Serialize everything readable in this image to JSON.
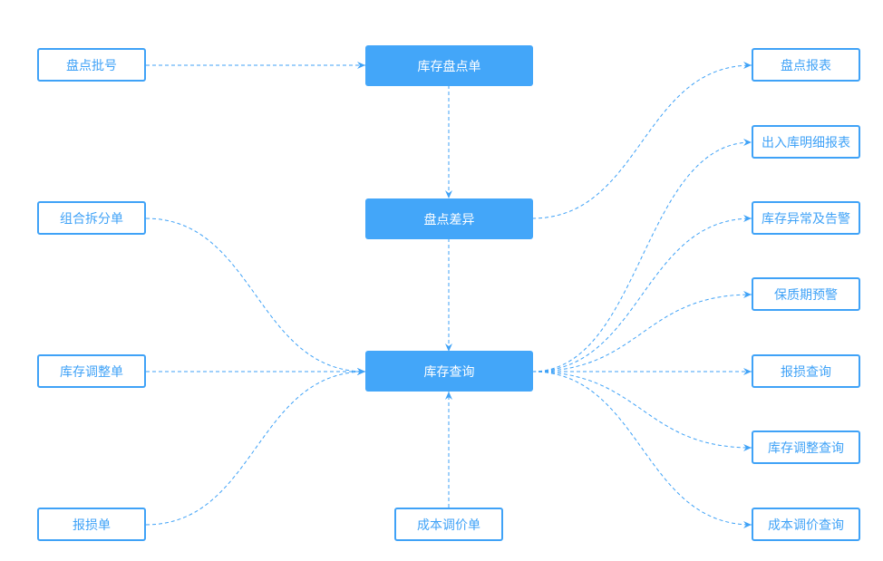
{
  "nodes": {
    "pdph": "盘点批号",
    "kcpdd": "库存盘点单",
    "pdby": "盘点报表",
    "crkmx": "出入库明细报表",
    "zhcfd": "组合拆分单",
    "pdcy": "盘点差异",
    "kcyc": "库存异常及告警",
    "bzqyj": "保质期预警",
    "kctzd": "库存调整单",
    "kccx": "库存查询",
    "bscx": "报损查询",
    "kctzcx": "库存调整查询",
    "bsd": "报损单",
    "cbtjd": "成本调价单",
    "cbtjcx": "成本调价查询"
  },
  "edges": [
    {
      "from": "pdph",
      "to": "kcpdd"
    },
    {
      "from": "kcpdd",
      "to": "pdcy"
    },
    {
      "from": "pdcy",
      "to": "kccx"
    },
    {
      "from": "pdcy",
      "to": "pdby"
    },
    {
      "from": "zhcfd",
      "to": "kccx"
    },
    {
      "from": "kctzd",
      "to": "kccx"
    },
    {
      "from": "bsd",
      "to": "kccx"
    },
    {
      "from": "cbtjd",
      "to": "kccx"
    },
    {
      "from": "kccx",
      "to": "crkmx"
    },
    {
      "from": "kccx",
      "to": "kcyc"
    },
    {
      "from": "kccx",
      "to": "bzqyj"
    },
    {
      "from": "kccx",
      "to": "bscx"
    },
    {
      "from": "kccx",
      "to": "kctzcx"
    },
    {
      "from": "kccx",
      "to": "cbtjcx"
    }
  ],
  "colors": {
    "primary": "#43a6f9",
    "line": "#3fa2f7"
  }
}
